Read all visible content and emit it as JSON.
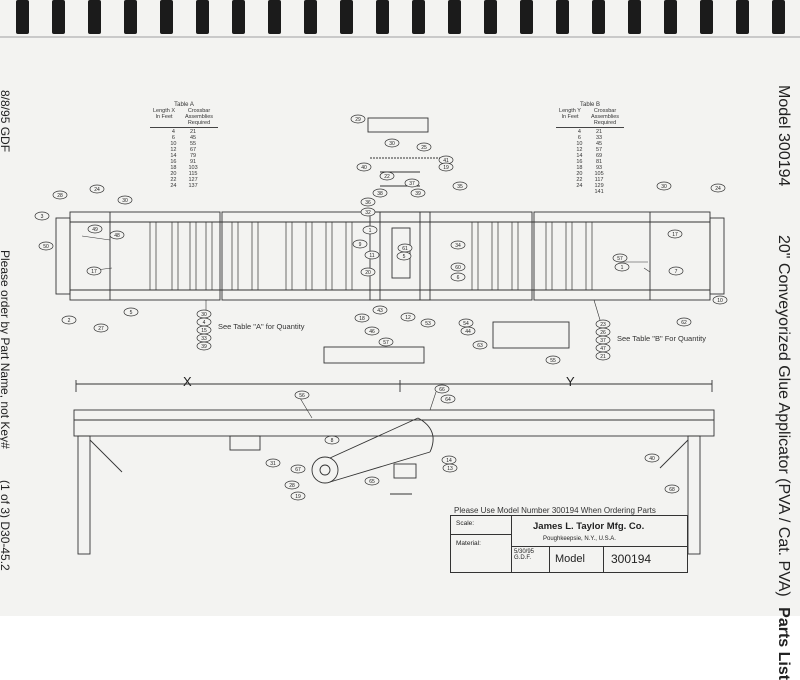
{
  "margin_left": {
    "date_initials": "8/8/95 GDF",
    "order_note": "Please order by Part Name, not Key#",
    "page_ref": "(1 of 3) D30-45.2"
  },
  "margin_right": {
    "model": "Model 300194",
    "title": "20\" Conveyorized Glue Applicator (PVA / Cat. PVA)",
    "title_suffix": "Parts List"
  },
  "table_a": {
    "title": "Table A",
    "col1_header": "Length X In Feet",
    "col2_header": "Crossbar Assemblies Required",
    "lengths": [
      "4",
      "6",
      "10",
      "12",
      "14",
      "16",
      "18",
      "20",
      "22",
      "24"
    ],
    "qty": [
      "21",
      "45",
      "55",
      "67",
      "79",
      "91",
      "103",
      "115",
      "127",
      "137"
    ]
  },
  "table_b": {
    "title": "Table B",
    "col1_header": "Length Y In Feet",
    "col2_header": "Crossbar Assemblies Required",
    "lengths": [
      "4",
      "6",
      "10",
      "12",
      "14",
      "16",
      "18",
      "20",
      "22",
      "24"
    ],
    "qty": [
      "21",
      "33",
      "45",
      "57",
      "69",
      "81",
      "93",
      "105",
      "117",
      "129",
      "141"
    ]
  },
  "notes": {
    "see_table_a": "See Table \"A\" for Quantity",
    "see_table_b": "See Table \"B\" For Quantity",
    "dim_x": "X",
    "dim_y": "Y",
    "order_model": "Please Use Model Number 300194 When Ordering Parts"
  },
  "title_block": {
    "scale_label": "Scale:",
    "material_label": "Material:",
    "company": "James L. Taylor Mfg. Co.",
    "location": "Poughkeepsie, N.Y., U.S.A.",
    "date": "5/30/95",
    "drawn_by": "G.D.F.",
    "model_label": "Model",
    "model_number": "300194"
  },
  "part_callouts": [
    "29",
    "30",
    "25",
    "41",
    "40",
    "19",
    "22",
    "37",
    "35",
    "38",
    "36",
    "32",
    "39",
    "28",
    "24",
    "30",
    "3",
    "50",
    "49",
    "48",
    "17",
    "1",
    "9",
    "11",
    "61",
    "5",
    "34",
    "60",
    "20",
    "6",
    "57",
    "17",
    "1",
    "7",
    "5",
    "2",
    "27",
    "30",
    "4",
    "15",
    "33",
    "39",
    "43",
    "18",
    "46",
    "12",
    "53",
    "54",
    "44",
    "57",
    "63",
    "55",
    "23",
    "26",
    "37",
    "47",
    "21",
    "30",
    "24",
    "62",
    "10",
    "66",
    "64",
    "56",
    "8",
    "31",
    "67",
    "14",
    "13",
    "40",
    "68",
    "28",
    "19",
    "65"
  ]
}
